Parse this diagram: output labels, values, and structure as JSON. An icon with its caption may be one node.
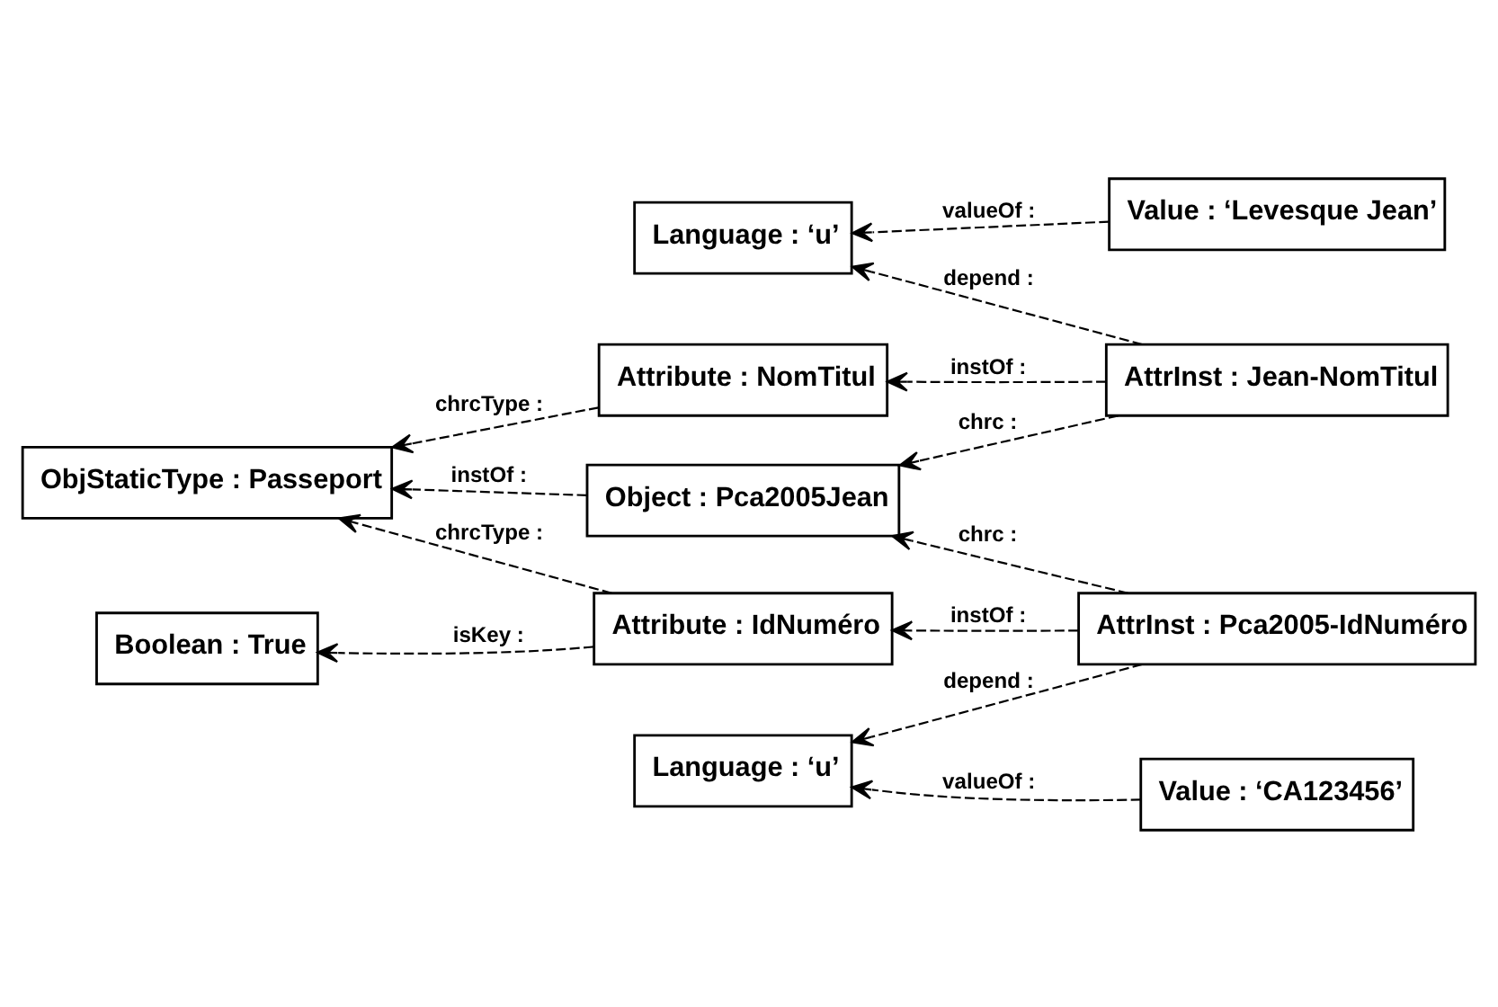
{
  "diagram": {
    "nodes": [
      {
        "text": [
          "Boolean : True"
        ]
      },
      {
        "text": [
          "ObjStaticType : Passeport"
        ]
      },
      {
        "text": [
          "Attribute : IdNuméro"
        ]
      },
      {
        "text": [
          "Attribute : NomTitul"
        ]
      },
      {
        "text": [
          "Language : ‘u’"
        ]
      },
      {
        "text": [
          "Value : ‘Levesque Jean’"
        ]
      },
      {
        "text": [
          "Object : Pca2005Jean"
        ]
      },
      {
        "text": [
          "AttrInst : Jean-NomTitul"
        ]
      },
      {
        "text": [
          "AttrInst : Pca2005-IdNuméro"
        ]
      },
      {
        "text": [
          "Value : ‘CA123456’"
        ]
      },
      {
        "text": [
          "Language : ‘u’"
        ]
      }
    ],
    "edges": [
      {
        "from": 2,
        "to": 0,
        "arrow": "to",
        "label": "isKey :",
        "style": "dashed"
      },
      {
        "from": 2,
        "to": 1,
        "arrow": "to",
        "label": "chrcType :",
        "style": "dashed"
      },
      {
        "from": 3,
        "to": 1,
        "arrow": "to",
        "label": "chrcType :",
        "style": "dashed"
      },
      {
        "from": 6,
        "to": 1,
        "arrow": "to",
        "label": "instOf :",
        "style": "dashed"
      },
      {
        "from": 5,
        "to": 4,
        "arrow": "to",
        "label": "valueOf :",
        "style": "dashed"
      },
      {
        "from": 7,
        "to": 4,
        "arrow": "to",
        "label": "depend :",
        "style": "dashed"
      },
      {
        "from": 7,
        "to": 3,
        "arrow": "to",
        "label": "instOf :",
        "style": "dashed"
      },
      {
        "from": 8,
        "to": 2,
        "arrow": "to",
        "label": "instOf :",
        "style": "dashed"
      },
      {
        "from": 7,
        "to": 6,
        "arrow": "to",
        "label": "chrc :",
        "style": "dashed"
      },
      {
        "from": 8,
        "to": 6,
        "arrow": "to",
        "label": "chrc :",
        "style": "dashed"
      },
      {
        "from": 9,
        "to": 10,
        "arrow": "to",
        "label": "valueOf :",
        "style": "dashed"
      },
      {
        "from": 8,
        "to": 10,
        "arrow": "to",
        "label": "depend :",
        "style": "dashed"
      }
    ]
  }
}
